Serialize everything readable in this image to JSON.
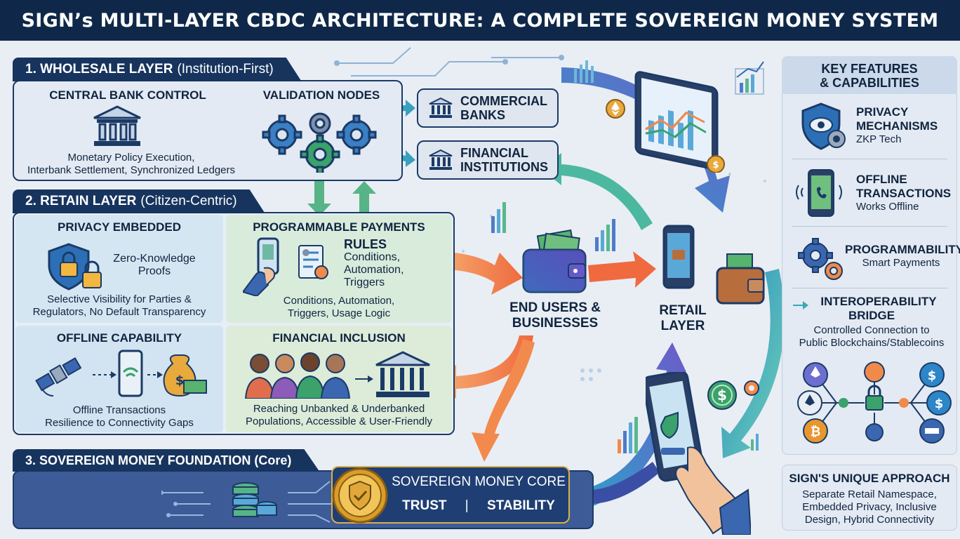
{
  "title": "SIGN’s MULTI-LAYER CBDC ARCHITECTURE: A COMPLETE SOVEREIGN MONEY SYSTEM",
  "wholesale": {
    "tab_main": "1. WHOLESALE LAYER",
    "tab_sub": "(Institution-First)",
    "central_bank_heading": "CENTRAL BANK CONTROL",
    "validation_heading": "VALIDATION NODES",
    "description_line1": "Monetary Policy Execution,",
    "description_line2": "Interbank Settlement, Synchronized Ledgers"
  },
  "institutions": {
    "commercial_line1": "COMMERCIAL",
    "commercial_line2": "BANKS",
    "financial_line1": "FINANCIAL",
    "financial_line2": "INSTITUTIONS"
  },
  "retain": {
    "tab_main": "2. RETAIN LAYER",
    "tab_sub": "(Citizen-Centric)",
    "privacy": {
      "heading": "PRIVACY EMBEDDED",
      "zkp_line1": "Zero-Knowledge",
      "zkp_line2": "Proofs",
      "desc_line1": "Selective Visibility for Parties &",
      "desc_line2": "Regulators, No Default Transparency"
    },
    "programmable": {
      "heading": "PROGRAMMABLE PAYMENTS",
      "rules_heading": "RULES",
      "rules_line1": "Conditions,",
      "rules_line2": "Automation,",
      "rules_line3": "Triggers",
      "desc_line1": "Conditions, Automation,",
      "desc_line2": "Triggers, Usage Logic"
    },
    "offline": {
      "heading": "OFFLINE CAPABILITY",
      "desc_line1": "Offline Transactions",
      "desc_line2": "Resilience to Connectivity Gaps"
    },
    "inclusion": {
      "heading": "FINANCIAL INCLUSION",
      "desc_line1": "Reaching Unbanked & Underbanked",
      "desc_line2": "Populations, Accessible & User-Friendly"
    }
  },
  "foundation": {
    "tab": "3. SOVEREIGN MONEY FOUNDATION (Core)",
    "core_heading": "SOVEREIGN MONEY CORE",
    "trust": "TRUST",
    "separator": "|",
    "stability": "STABILITY"
  },
  "center": {
    "end_users_line1": "END USERS &",
    "end_users_line2": "BUSINESSES",
    "retail_line1": "RETAIL",
    "retail_line2": "LAYER"
  },
  "features": {
    "heading_line1": "KEY FEATURES",
    "heading_line2": "& CAPABILITIES",
    "privacy_line1": "PRIVACY",
    "privacy_line2": "MECHANISMS",
    "privacy_sub": "ZKP Tech",
    "offline_line1": "OFFLINE",
    "offline_line2": "TRANSACTIONS",
    "offline_sub": "Works Offline",
    "prog_title": "PROGRAMMABILITY",
    "prog_sub": "Smart Payments",
    "interop_line1": "INTEROPERABILITY",
    "interop_line2": "BRIDGE",
    "interop_sub1": "Controlled Connection to",
    "interop_sub2": "Public Blockchains/Stablecoins"
  },
  "approach": {
    "heading": "SIGN'S UNIQUE APPROACH",
    "line1": "Separate Retail Namespace,",
    "line2": "Embedded Privacy, Inclusive",
    "line3": "Design, Hybrid Connectivity"
  },
  "colors": {
    "navy": "#0f2849",
    "panel_blue": "#1b3a66",
    "privacy_cell": "#d5e6f3",
    "programmable_cell": "#d9ecdc",
    "arrow_teal": "#3aa8b8",
    "arrow_orange": "#f0824a",
    "arrow_purple": "#6c5bc9",
    "accent_green": "#49a66f"
  }
}
